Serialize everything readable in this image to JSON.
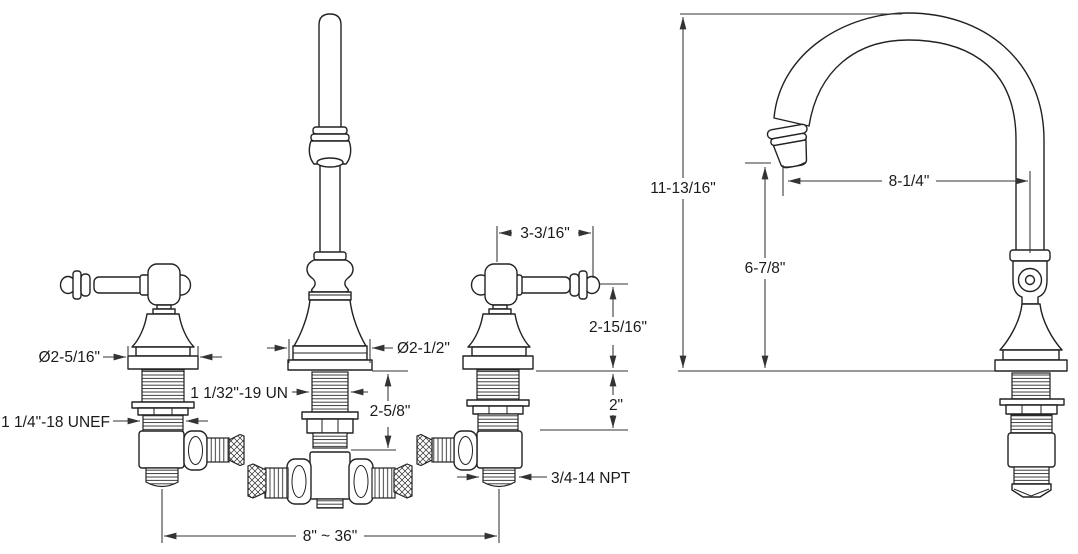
{
  "drawing": {
    "kind": "widespread-faucet-specification-diagram",
    "background_color": "#ffffff",
    "line_color": "#222222",
    "dimension_line_color": "#333333",
    "text_color": "#1a1a1a"
  },
  "labels": {
    "left_base_diameter": "Ø2-5/16\"",
    "left_shank_thread": "1 1/4\"-18 UNEF",
    "center_shank_thread": "1 1/32\"-19 UN",
    "center_base_diameter": "Ø2-1/2\"",
    "center_shank_length": "2-5/8\"",
    "handle_reach": "3-3/16\"",
    "handle_height": "2-15/16\"",
    "under_deck_length": "2\"",
    "supply_thread": "3/4-14 NPT",
    "spread_range": "8\" ~ 36\"",
    "overall_height": "11-13/16\"",
    "spout_reach": "8-1/4\"",
    "spout_clearance": "6-7/8\""
  }
}
